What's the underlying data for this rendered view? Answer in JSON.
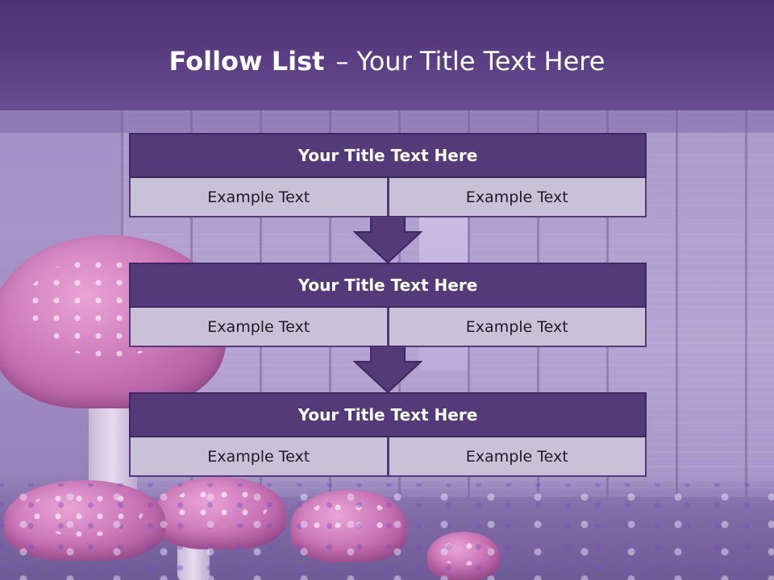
{
  "slide": {
    "title_bold": "Follow List",
    "title_dash": "–",
    "title_rest": "Your Title Text Here"
  },
  "steps": [
    {
      "title": "Your Title Text Here",
      "left": "Example Text",
      "right": "Example Text"
    },
    {
      "title": "Your Title Text Here",
      "left": "Example Text",
      "right": "Example Text"
    },
    {
      "title": "Your Title Text Here",
      "left": "Example Text",
      "right": "Example Text"
    }
  ],
  "colors": {
    "header": "#5b3e83",
    "box_title": "#553a7a",
    "box_cell": "#c9c1d7",
    "arrow": "#553a7a"
  },
  "icons": [
    "down-arrow-icon",
    "down-arrow-icon"
  ]
}
